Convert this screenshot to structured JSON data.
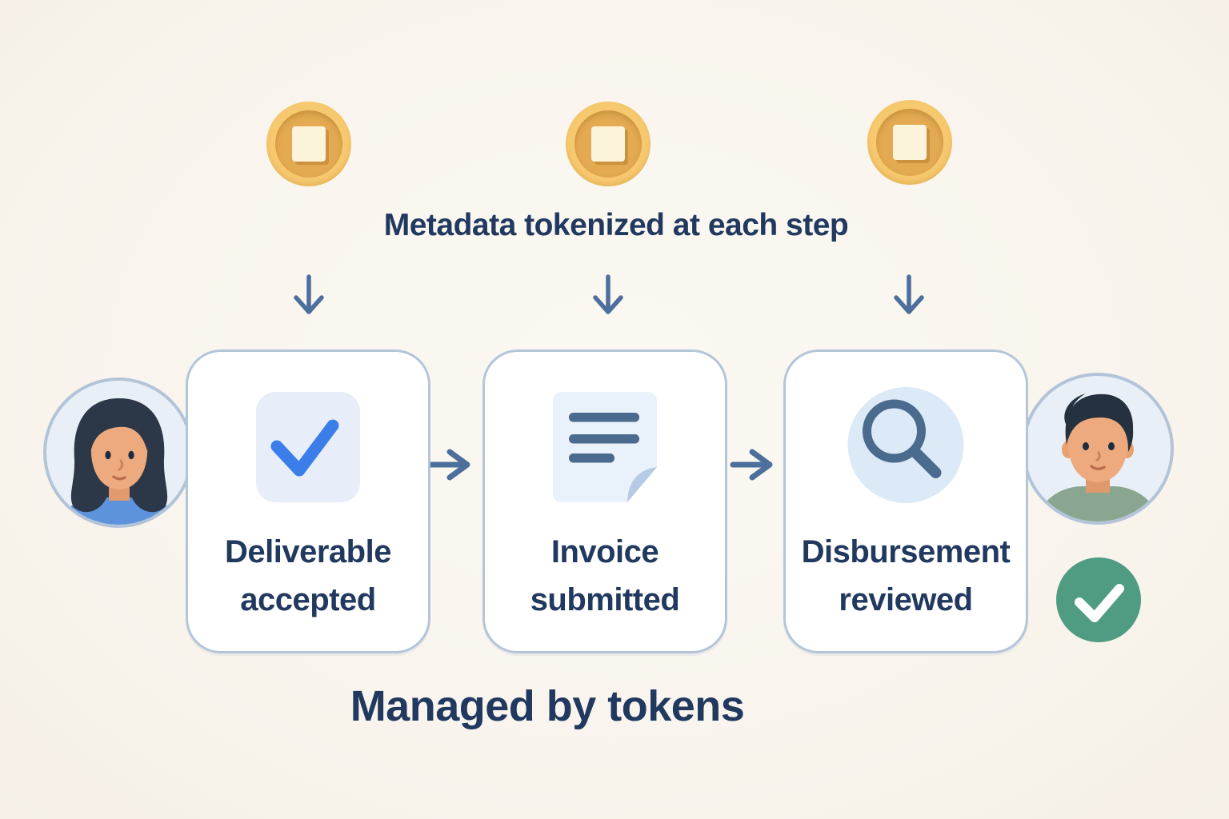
{
  "title": "Metadata tokenized at each step",
  "caption": "Managed by tokens",
  "steps": [
    {
      "label": "Deliverable\naccepted",
      "icon": "check-icon"
    },
    {
      "label": "Invoice\nsubmitted",
      "icon": "document-icon"
    },
    {
      "label": "Disbursement\nreviewed",
      "icon": "search-icon"
    }
  ],
  "tokens": {
    "count": 3,
    "icon": "token-coin-icon"
  },
  "avatars": {
    "left": "woman-avatar",
    "right": "man-avatar"
  },
  "approval_badge": {
    "icon": "check-circle-icon"
  },
  "colors": {
    "background": "#f9f5ee",
    "text_navy": "#21395f",
    "card_border": "#b4c5da",
    "card_bg": "#ffffff",
    "coin_outer": "#f7c96f",
    "coin_inner": "#e3aa52",
    "coin_square": "#fbf4da",
    "check_blue": "#3b7de9",
    "icon_slate": "#4a6b8e",
    "icon_tile_bg": "#e7eef9",
    "doc_fold": "#b5cae4",
    "magnifier_bg": "#dce9f7",
    "arrow": "#4c6f9b",
    "badge_green": "#4f9c83",
    "avatar_bg": "#e9eff6",
    "avatar_border": "#b3c4d9"
  }
}
